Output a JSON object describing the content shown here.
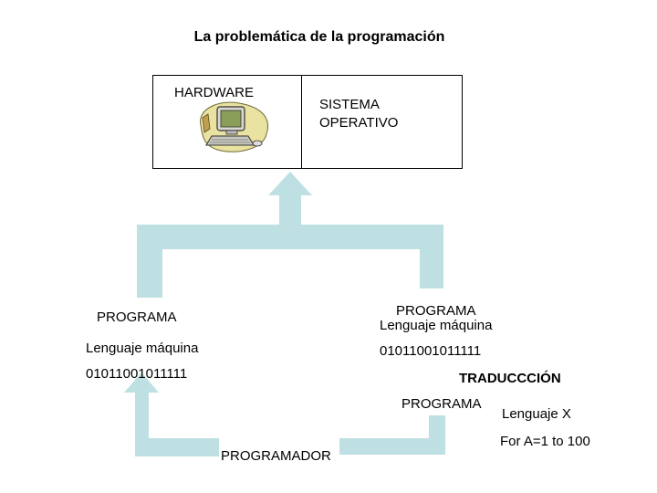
{
  "title": "La problemática de la programación",
  "top_box": {
    "hardware_label": "HARDWARE",
    "os_label_line1": "SISTEMA",
    "os_label_line2": "OPERATIVO",
    "hardware_icon": "computer-icon"
  },
  "left_block": {
    "heading": "PROGRAMA",
    "language": "Lenguaje máquina",
    "binary": "01011001011111"
  },
  "right_block": {
    "heading": "PROGRAMA",
    "language": "Lenguaje máquina",
    "binary": "01011001011111",
    "translation": "TRADUCCCIÓN",
    "source_heading": "PROGRAMA",
    "source_language": "Lenguaje X",
    "source_code": "For A=1 to 100"
  },
  "bottom": {
    "programmer_label": "PROGRAMADOR"
  },
  "colors": {
    "arrow_fill": "#bfe0e2",
    "computer_blob": "#e9e2a0",
    "computer_screen": "#8a9e5a"
  }
}
